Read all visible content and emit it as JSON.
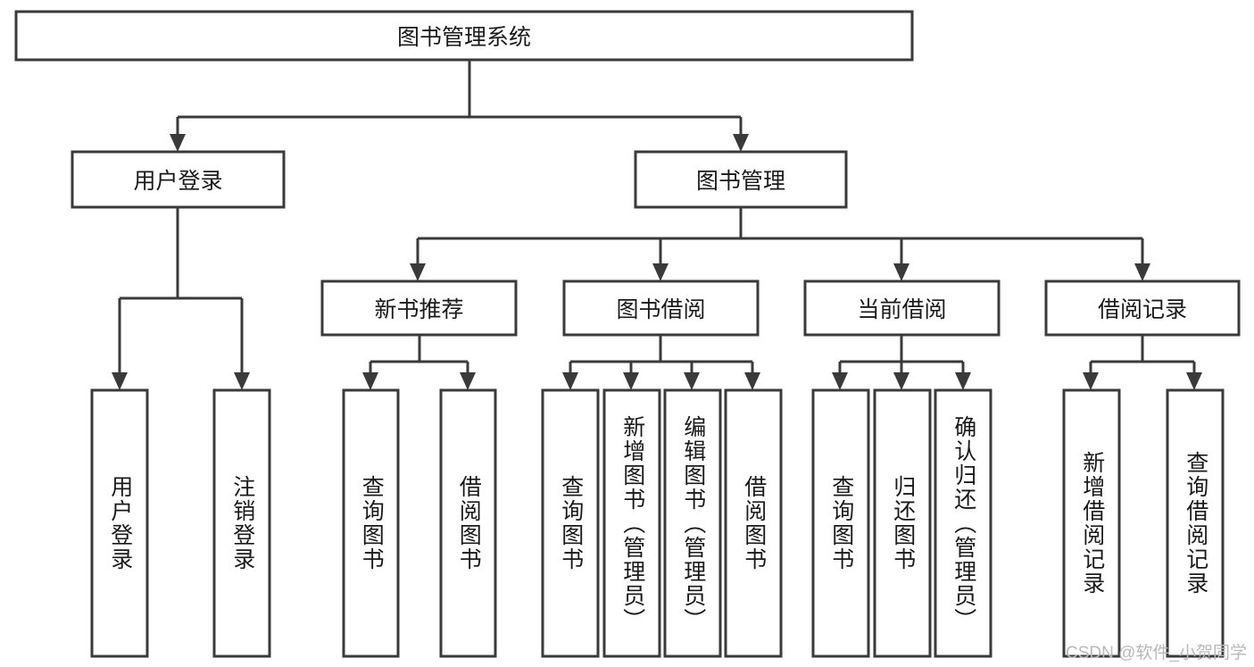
{
  "diagram": {
    "type": "tree",
    "title": "图书管理系统",
    "watermark": "CSDN @软件_小贺同学",
    "colors": {
      "box_stroke": "#3a3a3a",
      "box_fill": "#ffffff",
      "text": "#1a1a1a",
      "connector": "#3a3a3a",
      "watermark": "#b9b9b9",
      "background": "#ffffff"
    },
    "levels": {
      "root": {
        "label": "图书管理系统"
      },
      "level2": [
        {
          "label": "用户登录"
        },
        {
          "label": "图书管理"
        }
      ],
      "level3": [
        {
          "label": "新书推荐"
        },
        {
          "label": "图书借阅"
        },
        {
          "label": "当前借阅"
        },
        {
          "label": "借阅记录"
        }
      ],
      "leaves": {
        "user_login": [
          {
            "label": "用户登录"
          },
          {
            "label": "注销登录"
          }
        ],
        "new_book_recommend": [
          {
            "label": "查询图书"
          },
          {
            "label": "借阅图书"
          }
        ],
        "book_borrow": [
          {
            "label": "查询图书"
          },
          {
            "label": "新增图书（管理员）"
          },
          {
            "label": "编辑图书（管理员）"
          },
          {
            "label": "借阅图书"
          }
        ],
        "current_borrow": [
          {
            "label": "查询图书"
          },
          {
            "label": "归还图书"
          },
          {
            "label": "确认归还（管理员）"
          }
        ],
        "borrow_record": [
          {
            "label": "新增借阅记录"
          },
          {
            "label": "查询借阅记录"
          }
        ]
      }
    }
  }
}
